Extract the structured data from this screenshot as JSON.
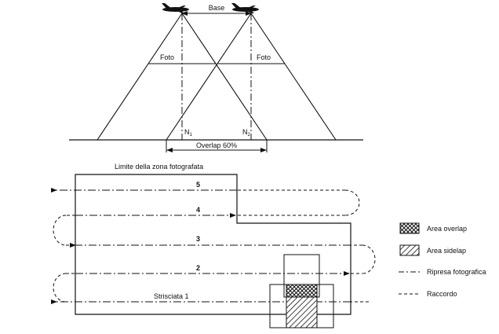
{
  "top": {
    "base_label": "Base",
    "foto_left": "Foto",
    "foto_right": "Foto",
    "nadir_left": "N",
    "nadir_left_sub": "1",
    "nadir_right": "N",
    "nadir_right_sub": "2",
    "overlap_label": "Overlap 60%"
  },
  "bottom": {
    "zone_label": "Limite della zona fotografata",
    "strips": [
      "5",
      "4",
      "3",
      "2",
      "Strisciata 1"
    ]
  },
  "legend": {
    "overlap": "Area overlap",
    "sidelap": "Area sidelap",
    "ripresa": "Ripresa fotografica",
    "raccordo": "Raccordo"
  }
}
